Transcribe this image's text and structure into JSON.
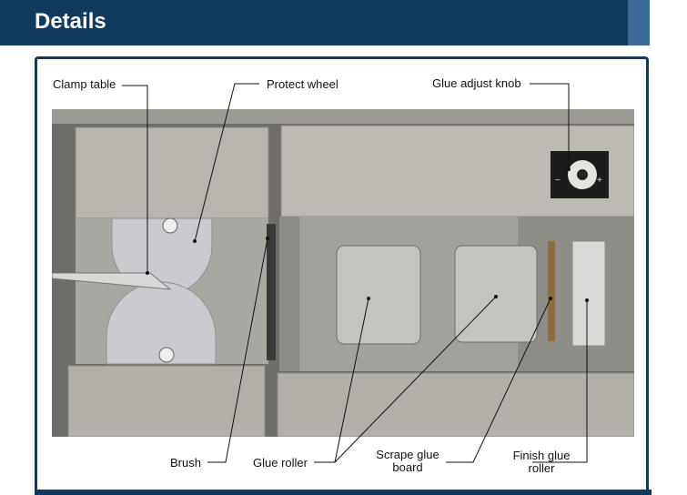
{
  "header": {
    "title": "Details"
  },
  "labels": {
    "clamp_table": "Clamp table",
    "protect_wheel": "Protect wheel",
    "glue_adjust_knob": "Glue adjust knob",
    "brush": "Brush",
    "glue_roller": "Glue roller",
    "scrape_glue_board_1": "Scrape glue",
    "scrape_glue_board_2": "board",
    "finish_glue_roller_1": "Finish glue",
    "finish_glue_roller_2": "roller"
  },
  "knob": {
    "minus": "−",
    "plus": "+"
  },
  "colors": {
    "header": "#0f3a5e",
    "accent": "#3b6a9a",
    "metal": "#b9b6b0"
  }
}
